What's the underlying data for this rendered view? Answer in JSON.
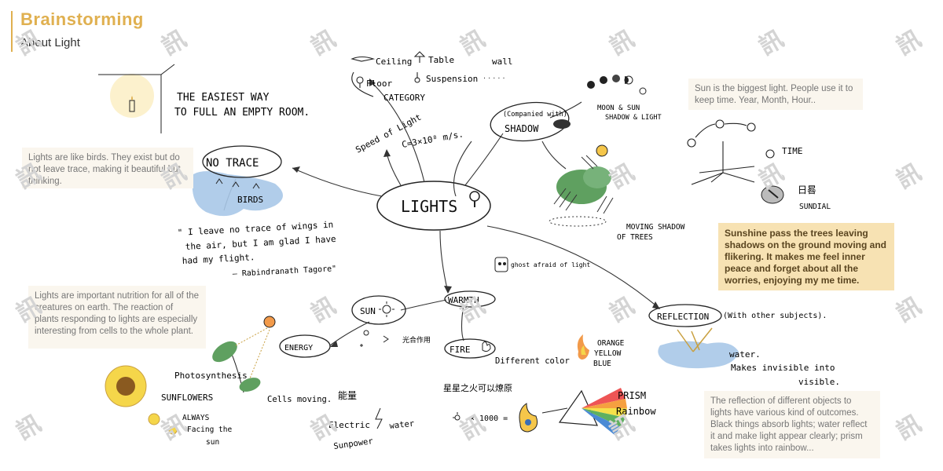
{
  "header": {
    "title": "Brainstorming",
    "subtitle": "About Light"
  },
  "center": {
    "label": "LIGHTS"
  },
  "category": {
    "label": "CATEGORY",
    "items": [
      "Ceiling",
      "Table",
      "wall",
      "Floor",
      "Suspension"
    ]
  },
  "speed": {
    "label": "Speed of Light",
    "formula": "C=3×10⁸ m/s."
  },
  "shadow": {
    "caption": "(Companied with)",
    "label": "SHADOW",
    "moon_sun": "MOON & SUN",
    "shadow_light": "SHADOW & LIGHT",
    "moving_trees": "MOVING SHADOW",
    "of_trees": "OF TREES",
    "time": "TIME",
    "dial_char": "日晷",
    "sundial": "SUNDIAL"
  },
  "no_trace": {
    "label": "NO TRACE",
    "birds": "BIRDS",
    "quote_l1": "\" I leave no trace of wings in",
    "quote_l2": "the air, but I am glad I have",
    "quote_l3": "had my flight.",
    "quote_author": "— Rabindranath Tagore\""
  },
  "empty_room": {
    "line1": "THE EASIEST WAY",
    "line2": "TO FULL AN EMPTY ROOM."
  },
  "warmth": {
    "label": "WARMTH",
    "ghost": "ghost afraid of light"
  },
  "sun": {
    "label": "SUN",
    "energy": "ENERGY",
    "chinese": "光合作用"
  },
  "fire": {
    "label": "FIRE",
    "diff_color": "Different color",
    "orange": "ORANGE",
    "yellow": "YELLOW",
    "blue": "BLUE",
    "saying": "星星之火可以燎原",
    "multiplier": "× 1000 ="
  },
  "plants": {
    "photo": "Photosynthesis",
    "sunflowers": "SUNFLOWERS",
    "cells": "Cells moving.",
    "always": "ALWAYS",
    "facing": "Facing the",
    "sun": "sun"
  },
  "electric": {
    "chinese": "能量",
    "electric": "Electric",
    "power": "Sunpower",
    "water": "water"
  },
  "reflection": {
    "label": "REFLECTION",
    "with_other": "(With other subjects).",
    "water": "water.",
    "invisible_l1": "Makes invisible into",
    "invisible_l2": "visible."
  },
  "prism": {
    "label": "PRISM",
    "rainbow": "Rainbow"
  },
  "notes": {
    "sun_time": "Sun is the biggest light. People use it to keep time. Year, Month, Hour..",
    "birds": "Lights are like birds. They exist but do not leave trace, making it beautiful but thinking.",
    "nutrition": "Lights are important nutrition for all of the creatures on earth. The reaction of plants responding to lights are especially interesting from cells to the whole plant.",
    "sunshine": "Sunshine pass the trees leaving shadows on the ground moving and flikering. It makes me feel inner peace and forget about all the worries, enjoying my me time.",
    "reflection": "The reflection of different objects to lights have various kind of outcomes. Black things absorb lights; water reflect it and make light appear clearly; prism takes lights into rainbow..."
  },
  "colors": {
    "accent": "#e0b050",
    "note_yellow": "#f7e2b3",
    "note_gray": "#faf6ee",
    "water_blue": "#a9c8e8"
  }
}
